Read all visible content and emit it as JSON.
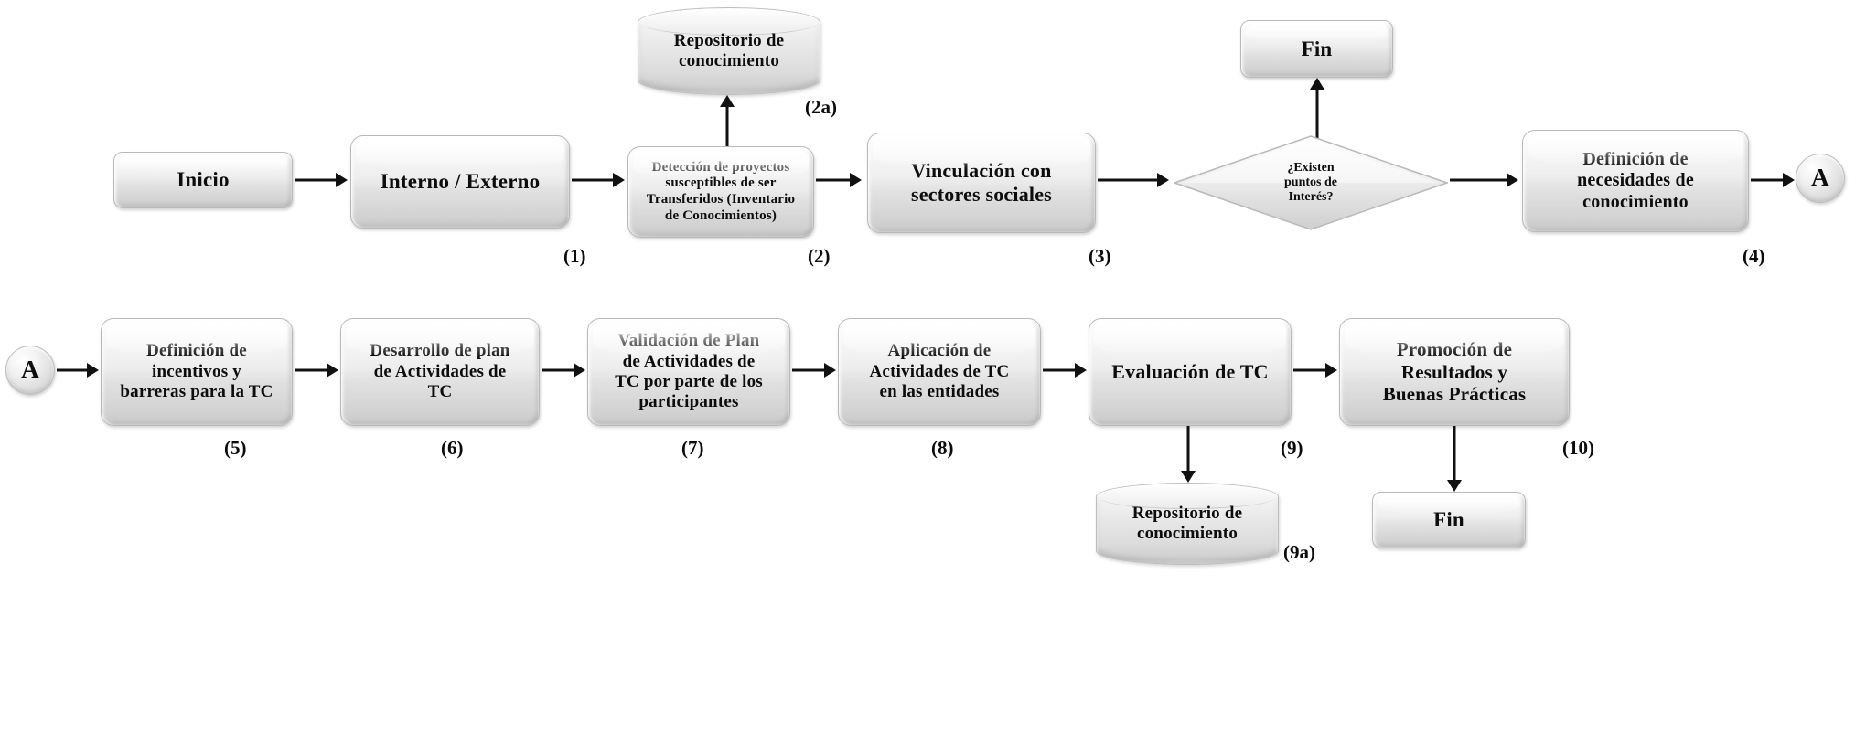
{
  "diagram": {
    "title_visible": false,
    "colors": {
      "node_fill_light": "#ffffff",
      "node_fill_dark": "#c8c8c8",
      "node_border": "#b9b9b9",
      "text": "#0d0d0d",
      "arrow": "#111111",
      "background": "#ffffff"
    },
    "row1": {
      "nodes": [
        {
          "id": "inicio",
          "shape": "terminator",
          "label": "Inicio",
          "step": ""
        },
        {
          "id": "interno",
          "shape": "process",
          "label": "Interno / Externo",
          "step": "(1)"
        },
        {
          "id": "deteccion",
          "shape": "process",
          "label": "Detección de proyectos susceptibles de ser Transferidos (Inventario de Conocimientos)",
          "step": "(2)"
        },
        {
          "id": "repositorio1",
          "shape": "cylinder",
          "label": "Repositorio de conocimiento",
          "step": "(2a)"
        },
        {
          "id": "vinculacion",
          "shape": "process",
          "label": "Vinculación  con sectores sociales",
          "step": "(3)"
        },
        {
          "id": "decision",
          "shape": "decision",
          "label": "¿Existen puntos de Interés?",
          "step": ""
        },
        {
          "id": "fin1",
          "shape": "terminator",
          "label": "Fin",
          "step": ""
        },
        {
          "id": "definicion",
          "shape": "process",
          "label": "Definición de necesidades de conocimiento",
          "step": "(4)"
        },
        {
          "id": "connector_a_out",
          "shape": "connector",
          "label": "A",
          "step": ""
        }
      ]
    },
    "row2": {
      "nodes": [
        {
          "id": "connector_a_in",
          "shape": "connector",
          "label": "A",
          "step": ""
        },
        {
          "id": "incentivos",
          "shape": "process",
          "label": "Definición de incentivos y barreras  para la TC",
          "step": "(5)"
        },
        {
          "id": "desarrollo",
          "shape": "process",
          "label": "Desarrollo de plan de Actividades de TC",
          "step": "(6)"
        },
        {
          "id": "validacion",
          "shape": "process",
          "label": "Validación de Plan de Actividades de TC por parte de los participantes",
          "step": "(7)"
        },
        {
          "id": "aplicacion",
          "shape": "process",
          "label": "Aplicación de Actividades de TC en las entidades",
          "step": "(8)"
        },
        {
          "id": "evaluacion",
          "shape": "process",
          "label": "Evaluación  de TC",
          "step": "(9)"
        },
        {
          "id": "promocion",
          "shape": "process",
          "label": "Promoción  de Resultados y Buenas Prácticas",
          "step": "(10)"
        },
        {
          "id": "repositorio2",
          "shape": "cylinder",
          "label": "Repositorio de conocimiento",
          "step": "(9a)"
        },
        {
          "id": "fin2",
          "shape": "terminator",
          "label": "Fin",
          "step": ""
        }
      ]
    },
    "labels": {
      "inicio": "Inicio",
      "interno_externo": "Interno / Externo",
      "deteccion_l1": "Detección de proyectos",
      "deteccion_l2": "susceptibles de ser",
      "deteccion_l3": "Transferidos (Inventario",
      "deteccion_l4": "de Conocimientos)",
      "repositorio_l1": "Repositorio de",
      "repositorio_l2": "conocimiento",
      "vinculacion_l1": "Vinculación  con",
      "vinculacion_l2": "sectores sociales",
      "decision_l1": "¿Existen",
      "decision_l2": "puntos  de",
      "decision_l3": "Interés?",
      "fin": "Fin",
      "definicion_l1": "Definición de",
      "definicion_l2": "necesidades de",
      "definicion_l3": "conocimiento",
      "connector_a": "A",
      "incentivos_l1": "Definición de",
      "incentivos_l2": "incentivos y",
      "incentivos_l3": "barreras  para la TC",
      "desarrollo_l1": "Desarrollo de plan",
      "desarrollo_l2": "de Actividades de",
      "desarrollo_l3": "TC",
      "validacion_l1": "Validación de Plan",
      "validacion_l2": "de Actividades de",
      "validacion_l3": "TC por parte de los",
      "validacion_l4": "participantes",
      "aplicacion_l1": "Aplicación de",
      "aplicacion_l2": "Actividades de TC",
      "aplicacion_l3": "en las entidades",
      "evaluacion": "Evaluación  de TC",
      "promocion_l1": "Promoción  de",
      "promocion_l2": "Resultados y",
      "promocion_l3": "Buenas Prácticas"
    },
    "steps": {
      "s1": "(1)",
      "s2": "(2)",
      "s2a": "(2a)",
      "s3": "(3)",
      "s4": "(4)",
      "s5": "(5)",
      "s6": "(6)",
      "s7": "(7)",
      "s8": "(8)",
      "s9": "(9)",
      "s9a": "(9a)",
      "s10": "(10)"
    }
  }
}
